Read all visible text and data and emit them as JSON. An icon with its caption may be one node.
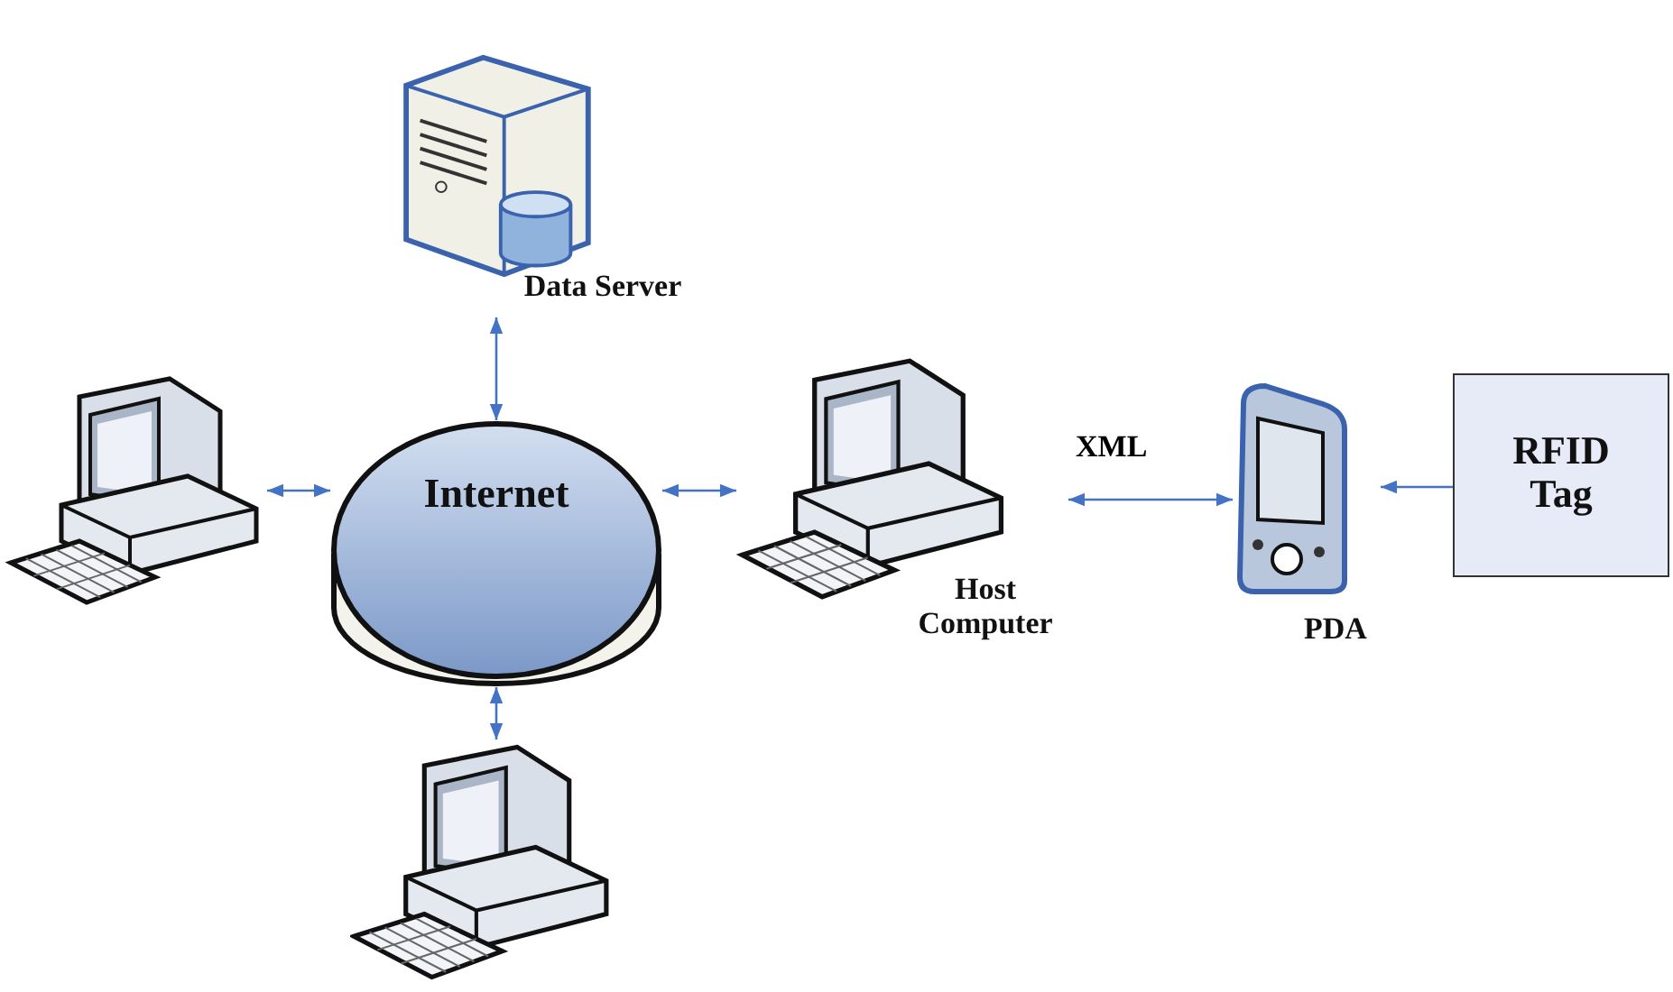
{
  "diagram": {
    "nodes": [
      {
        "text": [
          "Data Server"
        ]
      },
      {
        "text": [],
        "shape": "picture"
      },
      {
        "text": [
          "Internet"
        ]
      },
      {
        "text": [
          "Host Computer"
        ]
      },
      {
        "text": [
          "PDA"
        ]
      },
      {
        "text": [
          "RFID Tag"
        ]
      },
      {
        "text": [],
        "shape": "picture"
      }
    ],
    "edges": [
      {
        "from": 0,
        "to": 2,
        "arrow": "both"
      },
      {
        "from": 1,
        "to": 2,
        "arrow": "both"
      },
      {
        "from": 2,
        "to": 3,
        "arrow": "both"
      },
      {
        "from": 2,
        "to": 6,
        "arrow": "both"
      },
      {
        "from": 3,
        "to": 4,
        "label": "XML",
        "arrow": "both"
      },
      {
        "from": 5,
        "to": 4,
        "arrow": "to"
      }
    ]
  }
}
